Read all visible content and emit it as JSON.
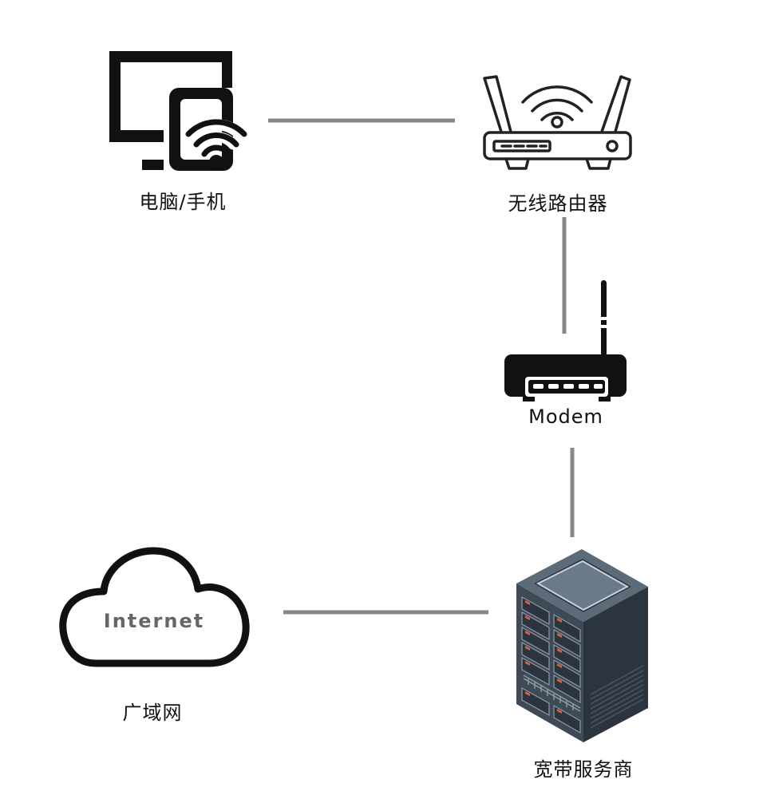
{
  "diagram": {
    "nodes": {
      "devices": {
        "label": "电脑/手机",
        "icon": "computer-phone-wifi-icon"
      },
      "router": {
        "label": "无线路由器",
        "icon": "wireless-router-icon"
      },
      "modem": {
        "label": "Modem",
        "icon": "modem-icon"
      },
      "isp": {
        "label": "宽带服务商",
        "icon": "server-rack-icon"
      },
      "wan": {
        "label": "广域网",
        "icon": "cloud-icon",
        "cloud_text": "Internet"
      }
    },
    "edges": [
      {
        "from": "devices",
        "to": "router"
      },
      {
        "from": "router",
        "to": "modem"
      },
      {
        "from": "modem",
        "to": "isp"
      },
      {
        "from": "isp",
        "to": "wan"
      }
    ],
    "colors": {
      "line": "#888888",
      "icon_dark": "#111111",
      "server_top": "#5c6b78",
      "server_left": "#3e4a56",
      "server_right": "#2c353f",
      "server_led": "#d9643c"
    }
  }
}
